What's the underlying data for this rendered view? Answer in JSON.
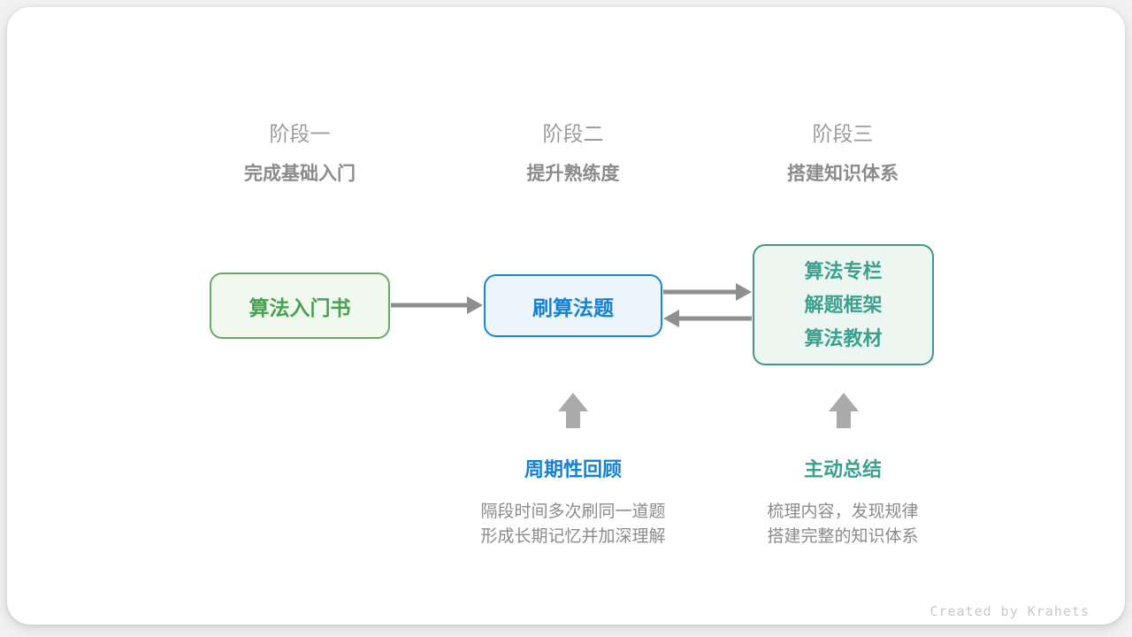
{
  "stages": [
    {
      "label": "阶段一",
      "subtitle": "完成基础入门"
    },
    {
      "label": "阶段二",
      "subtitle": "提升熟练度"
    },
    {
      "label": "阶段三",
      "subtitle": "搭建知识体系"
    }
  ],
  "nodes": {
    "intro_book": {
      "label": "算法入门书"
    },
    "practice": {
      "label": "刷算法题"
    },
    "resources": {
      "lines": [
        "算法专栏",
        "解题框架",
        "算法教材"
      ]
    }
  },
  "annotations": {
    "periodic_review": {
      "title": "周期性回顾",
      "desc": [
        "隔段时间多次刷同一道题",
        "形成长期记忆并加深理解"
      ]
    },
    "active_summary": {
      "title": "主动总结",
      "desc": [
        "梳理内容，发现规律",
        "搭建完整的知识体系"
      ]
    }
  },
  "credit": "Created by Krahets",
  "colors": {
    "stage_label": "#9b9b9b",
    "stage_subtitle": "#8b8b8b",
    "green_border": "#6aa96a",
    "green_bg": "#f1f8ee",
    "green_text": "#48a150",
    "blue_border": "#1e86d7",
    "blue_bg": "#ecf5fc",
    "blue_text": "#1581d4",
    "teal_border": "#43968a",
    "teal_bg": "#eef6f2",
    "teal_text": "#3aa18f",
    "arrow": "#8f8f8f",
    "up_arrow": "#aaaaaa",
    "desc_text": "#8b8b8b",
    "credit": "#c8c8c8",
    "page_bg": "#f1f1f1",
    "card_bg": "#ffffff"
  }
}
